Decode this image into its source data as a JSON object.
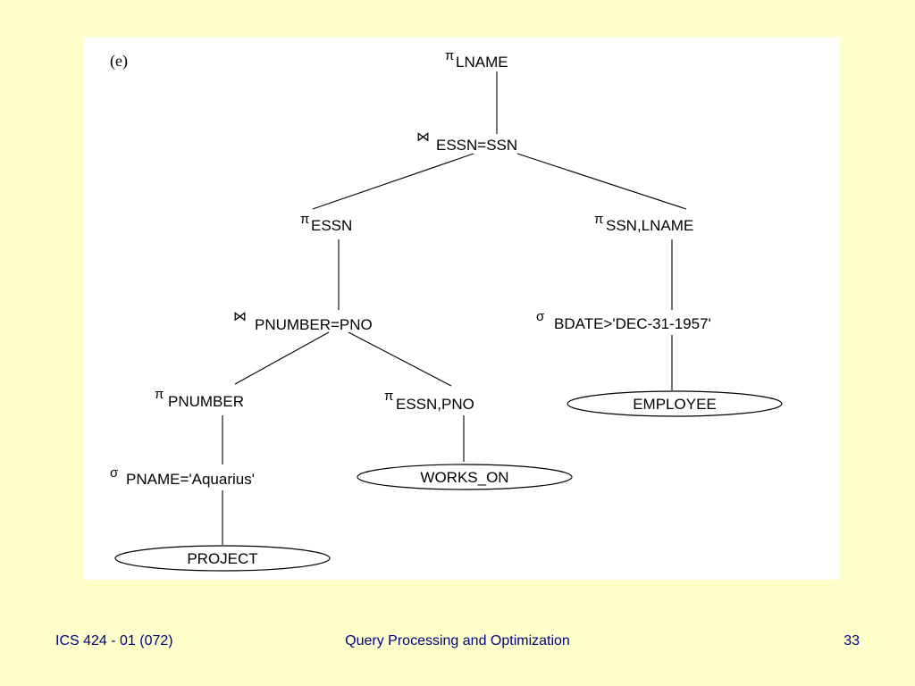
{
  "figure": {
    "panel_label": "(e)",
    "nodes": {
      "pi_lname": {
        "symbol": "π",
        "text": "LNAME"
      },
      "join_essn_ssn": {
        "symbol": "⋈",
        "text": "ESSN=SSN"
      },
      "pi_essn": {
        "symbol": "π",
        "text": "ESSN"
      },
      "pi_ssn_lname": {
        "symbol": "π",
        "text": "SSN,LNAME"
      },
      "join_pnumber_pno": {
        "symbol": "⋈",
        "text": "PNUMBER=PNO"
      },
      "sigma_bdate": {
        "symbol": "σ",
        "text": "BDATE>'DEC-31-1957'"
      },
      "pi_pnumber": {
        "symbol": "π",
        "text": "PNUMBER"
      },
      "pi_essn_pno": {
        "symbol": "π",
        "text": "ESSN,PNO"
      },
      "employee": {
        "text": "EMPLOYEE"
      },
      "sigma_pname": {
        "symbol": "σ",
        "text": "PNAME='Aquarius'"
      },
      "works_on": {
        "text": "WORKS_ON"
      },
      "project": {
        "text": "PROJECT"
      }
    }
  },
  "footer": {
    "left": "ICS 424 - 01 (072)",
    "center": "Query Processing and Optimization",
    "right": "33"
  }
}
